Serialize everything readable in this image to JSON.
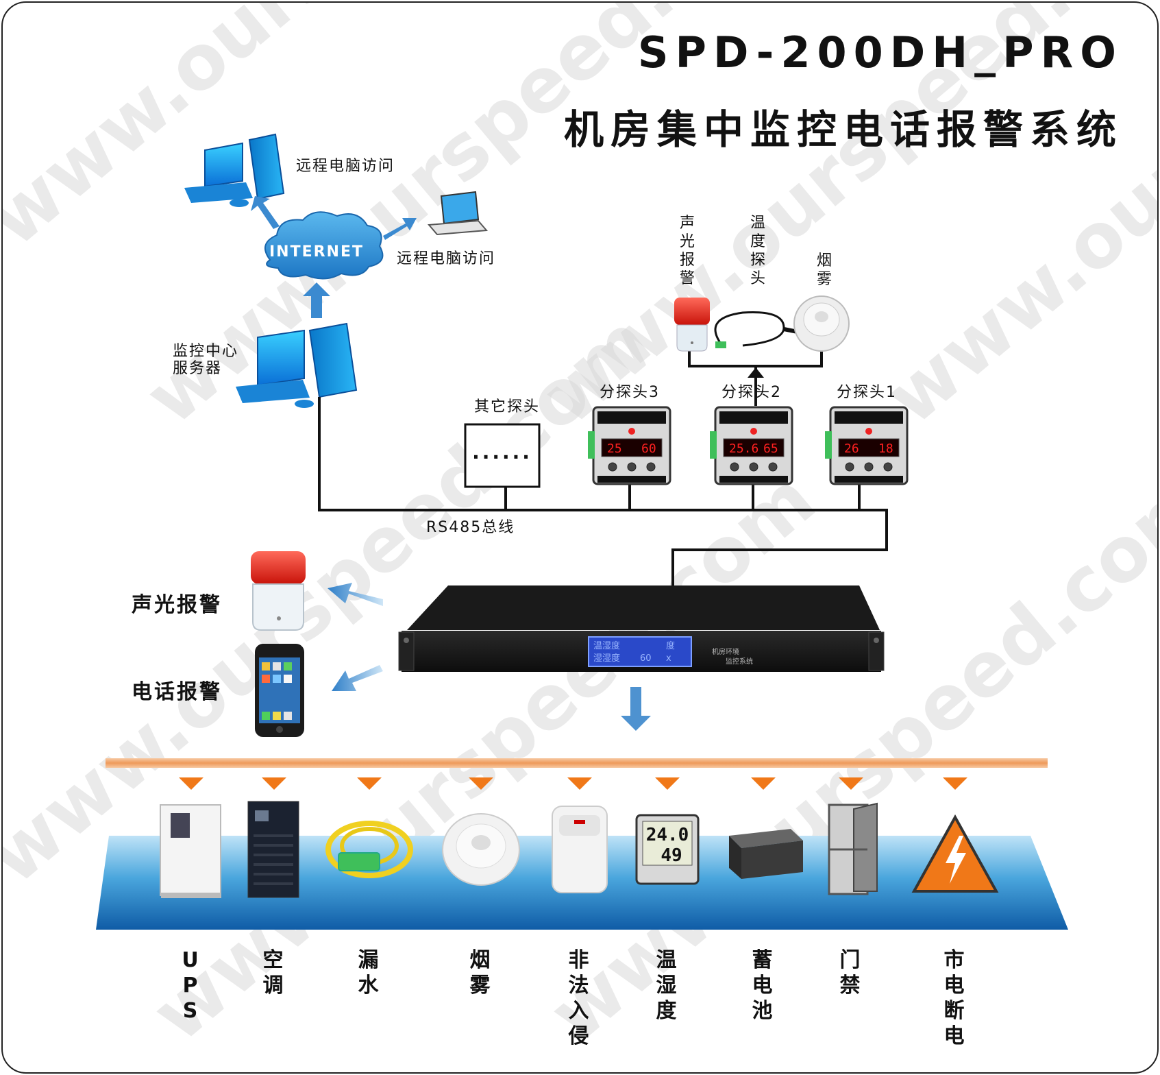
{
  "title": {
    "model": "SPD-200DH_PRO",
    "name": "机房集中监控电话报警系统"
  },
  "watermark": "www.ourspeed.com",
  "network": {
    "remote_pc_1": "远程电脑访问",
    "remote_pc_2": "远程电脑访问",
    "internet": "INTERNET",
    "server_line1": "监控中心",
    "server_line2": "服务器"
  },
  "probes": {
    "top_sensors": [
      "声光报警",
      "温度探头",
      "烟雾"
    ],
    "other": {
      "label": "其它探头",
      "dots": "......"
    },
    "units": [
      {
        "label": "分探头3",
        "temp": "25",
        "hum": "60"
      },
      {
        "label": "分探头2",
        "temp": "25.6",
        "hum": "65"
      },
      {
        "label": "分探头1",
        "temp": "26",
        "hum": "18"
      }
    ],
    "bus": "RS485总线"
  },
  "main_unit": {
    "lcd_l1": "温湿度",
    "lcd_l2": "湿湿度",
    "lcd_r1": "度",
    "lcd_r2": "x",
    "lcd_mid": "60",
    "name_l1": "机房环境",
    "name_l2": "监控系统"
  },
  "alarms": {
    "sound_light": "声光报警",
    "phone": "电话报警"
  },
  "monitored": [
    {
      "label": "UPS",
      "icon": "ups-icon"
    },
    {
      "label": "空调",
      "icon": "air-conditioner-icon"
    },
    {
      "label": "漏水",
      "icon": "water-leak-icon"
    },
    {
      "label": "烟雾",
      "icon": "smoke-detector-icon"
    },
    {
      "label": "非法入侵",
      "icon": "intrusion-sensor-icon"
    },
    {
      "label": "温湿度",
      "icon": "thermo-hygrometer-icon"
    },
    {
      "label": "蓄电池",
      "icon": "battery-icon"
    },
    {
      "label": "门禁",
      "icon": "door-icon"
    },
    {
      "label": "市电断电",
      "icon": "power-failure-icon"
    }
  ],
  "thermo_display": {
    "temp": "24.0",
    "hum": "49"
  },
  "colors": {
    "arrow_blue": "#2f7fc8",
    "platform": "#1e6fb8",
    "orange_bar": "#f0a060",
    "triangle": "#f07818",
    "led_red": "#ff2020"
  }
}
